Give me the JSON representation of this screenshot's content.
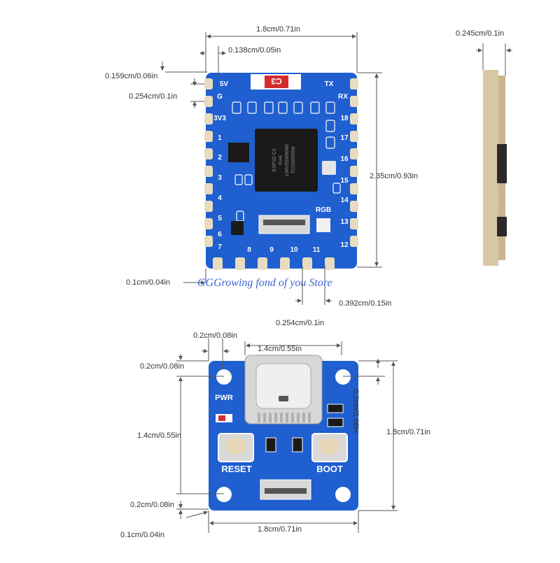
{
  "top_board": {
    "silkscreen": {
      "chip_label": "C3",
      "left_pins": [
        "5V",
        "G",
        "3V3",
        "1",
        "2",
        "3",
        "4",
        "5",
        "6",
        "7"
      ],
      "right_pins": [
        "TX",
        "RX",
        "18",
        "17",
        "16",
        "15",
        "14",
        "13",
        "12"
      ],
      "bottom_pins": [
        "8",
        "9",
        "10",
        "11"
      ],
      "rgb_label": "RGB",
      "chip_marking": [
        "ESP32-C3",
        "FH4",
        "UMV55W9048",
        "TC030000M"
      ]
    },
    "dimensions": {
      "width": "1.8cm/0.71in",
      "pin_offset": "0.138cm/0.05in",
      "top_margin": "0.159cm/0.06in",
      "pin_pitch_left": "0.254cm/0.1in",
      "height": "2.35cm/0.93in",
      "edge_margin": "0.1cm/0.04in",
      "castellation": "0.392cm/0.15in",
      "pin_pitch_bottom": "0.254cm/0.1in",
      "thickness": "0.245cm/0.1in"
    }
  },
  "watermark": "GGGrowing fond of you Store",
  "bottom_board": {
    "silkscreen": {
      "pwr_label": "PWR",
      "reset_label": "RESET",
      "boot_label": "BOOT"
    },
    "dimensions": {
      "hole_offset_x": "0.2cm/0.08in",
      "usb_width": "1.4cm/0.55in",
      "hole_offset_y": "0.2cm/0.08in",
      "right_offset": "0.2cm/0.08in",
      "inner_height": "1.4cm/0.55in",
      "height": "1.8cm/0.71in",
      "bottom_offset": "0.2cm/0.08in",
      "edge_margin": "0.1cm/0.04in",
      "width": "1.8cm/0.71in"
    }
  },
  "colors": {
    "pcb_blue": "#1f5fd0",
    "pad_gold": "#e8dcc0",
    "silkscreen": "#ffffff",
    "chip_black": "#1a1a1a",
    "dim_line": "#555555",
    "watermark": "#3b63d6"
  }
}
